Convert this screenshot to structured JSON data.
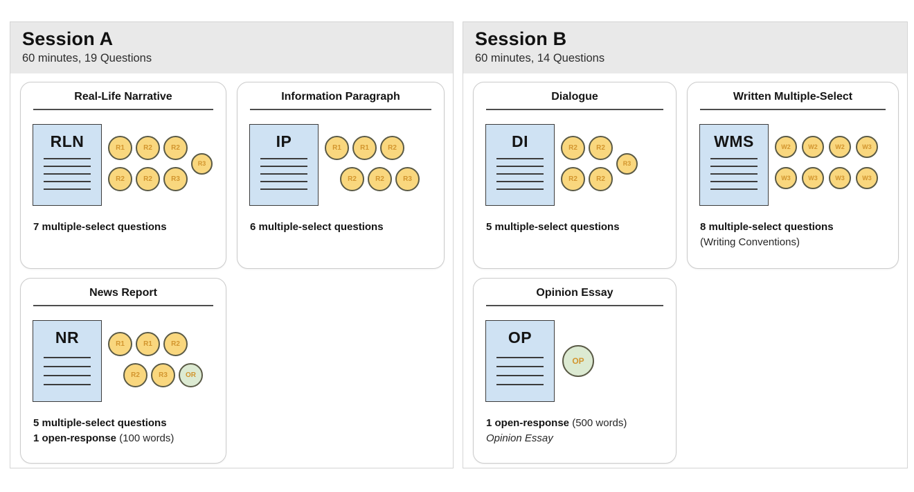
{
  "colors": {
    "panel_border": "#d4d4d4",
    "panel_header_bg": "#e9e9e9",
    "card_border": "#cbcbcb",
    "doc_fill": "#cfe2f3",
    "doc_border": "#3b3b3b",
    "circle_reading_fill": "#f9d77e",
    "circle_open_fill": "#dcead2",
    "circle_border": "#5a5a46",
    "circle_label_color": "#d2952e"
  },
  "sessions": [
    {
      "id": "a",
      "title": "Session A",
      "subtitle": "60 minutes, 19 Questions",
      "cards": [
        {
          "id": "real-life-narrative",
          "title": "Real-Life Narrative",
          "doc_label": "RLN",
          "doc_lines": 5,
          "circle_size": 35,
          "rows": [
            {
              "offset": false,
              "circles": [
                {
                  "label": "R1",
                  "type": "reading"
                },
                {
                  "label": "R2",
                  "type": "reading"
                },
                {
                  "label": "R2",
                  "type": "reading"
                }
              ]
            },
            {
              "offset": false,
              "circles": [
                {
                  "label": "R2",
                  "type": "reading"
                },
                {
                  "label": "R2",
                  "type": "reading"
                },
                {
                  "label": "R3",
                  "type": "reading"
                }
              ]
            }
          ],
          "side_circle": {
            "label": "R3",
            "type": "reading"
          },
          "notes": [
            [
              {
                "text": "7 multiple-select questions",
                "style": "bold"
              }
            ]
          ]
        },
        {
          "id": "information-paragraph",
          "title": "Information Paragraph",
          "doc_label": "IP",
          "doc_lines": 5,
          "circle_size": 35,
          "rows": [
            {
              "offset": false,
              "circles": [
                {
                  "label": "R1",
                  "type": "reading"
                },
                {
                  "label": "R1",
                  "type": "reading"
                },
                {
                  "label": "R2",
                  "type": "reading"
                }
              ]
            },
            {
              "offset": true,
              "circles": [
                {
                  "label": "R2",
                  "type": "reading"
                },
                {
                  "label": "R2",
                  "type": "reading"
                },
                {
                  "label": "R3",
                  "type": "reading"
                }
              ]
            }
          ],
          "side_circle": null,
          "notes": [
            [
              {
                "text": "6 multiple-select questions",
                "style": "bold"
              }
            ]
          ]
        },
        {
          "id": "news-report",
          "title": "News Report",
          "doc_label": "NR",
          "doc_lines": 4,
          "circle_size": 35,
          "rows": [
            {
              "offset": false,
              "circles": [
                {
                  "label": "R1",
                  "type": "reading"
                },
                {
                  "label": "R1",
                  "type": "reading"
                },
                {
                  "label": "R2",
                  "type": "reading"
                }
              ]
            },
            {
              "offset": true,
              "circles": [
                {
                  "label": "R2",
                  "type": "reading"
                },
                {
                  "label": "R3",
                  "type": "reading"
                },
                {
                  "label": "OR",
                  "type": "open"
                }
              ]
            }
          ],
          "side_circle": null,
          "notes": [
            [
              {
                "text": "5 multiple-select questions",
                "style": "bold"
              }
            ],
            [
              {
                "text": "1 open-response",
                "style": "bold"
              },
              {
                "text": " (100 words)",
                "style": "regular"
              }
            ]
          ]
        }
      ]
    },
    {
      "id": "b",
      "title": "Session B",
      "subtitle": "60 minutes, 14 Questions",
      "cards": [
        {
          "id": "dialogue",
          "title": "Dialogue",
          "doc_label": "DI",
          "doc_lines": 5,
          "circle_size": 35,
          "rows": [
            {
              "offset": false,
              "circles": [
                {
                  "label": "R2",
                  "type": "reading"
                },
                {
                  "label": "R2",
                  "type": "reading"
                }
              ]
            },
            {
              "offset": false,
              "circles": [
                {
                  "label": "R2",
                  "type": "reading"
                },
                {
                  "label": "R2",
                  "type": "reading"
                }
              ]
            }
          ],
          "side_circle": {
            "label": "R3",
            "type": "reading"
          },
          "notes": [
            [
              {
                "text": "5 multiple-select questions",
                "style": "bold"
              }
            ]
          ]
        },
        {
          "id": "written-multiple-select",
          "title": "Written Multiple-Select",
          "doc_label": "WMS",
          "doc_lines": 5,
          "circle_size": 32,
          "rows": [
            {
              "offset": false,
              "circles": [
                {
                  "label": "W2",
                  "type": "reading"
                },
                {
                  "label": "W2",
                  "type": "reading"
                },
                {
                  "label": "W2",
                  "type": "reading"
                },
                {
                  "label": "W3",
                  "type": "reading"
                }
              ]
            },
            {
              "offset": false,
              "circles": [
                {
                  "label": "W3",
                  "type": "reading"
                },
                {
                  "label": "W3",
                  "type": "reading"
                },
                {
                  "label": "W3",
                  "type": "reading"
                },
                {
                  "label": "W3",
                  "type": "reading"
                }
              ]
            }
          ],
          "side_circle": null,
          "notes": [
            [
              {
                "text": "8 multiple-select questions",
                "style": "bold"
              }
            ],
            [
              {
                "text": "(Writing Conventions)",
                "style": "regular"
              }
            ]
          ]
        },
        {
          "id": "opinion-essay",
          "title": "Opinion Essay",
          "doc_label": "OP",
          "doc_lines": 4,
          "circle_size": 46,
          "rows": [
            {
              "offset": false,
              "circles": [
                {
                  "label": "OP",
                  "type": "open"
                }
              ]
            }
          ],
          "side_circle": null,
          "notes": [
            [
              {
                "text": "1 open-response",
                "style": "bold"
              },
              {
                "text": " (500 words)",
                "style": "regular"
              }
            ],
            [
              {
                "text": "Opinion Essay",
                "style": "italic"
              }
            ]
          ]
        }
      ]
    }
  ]
}
